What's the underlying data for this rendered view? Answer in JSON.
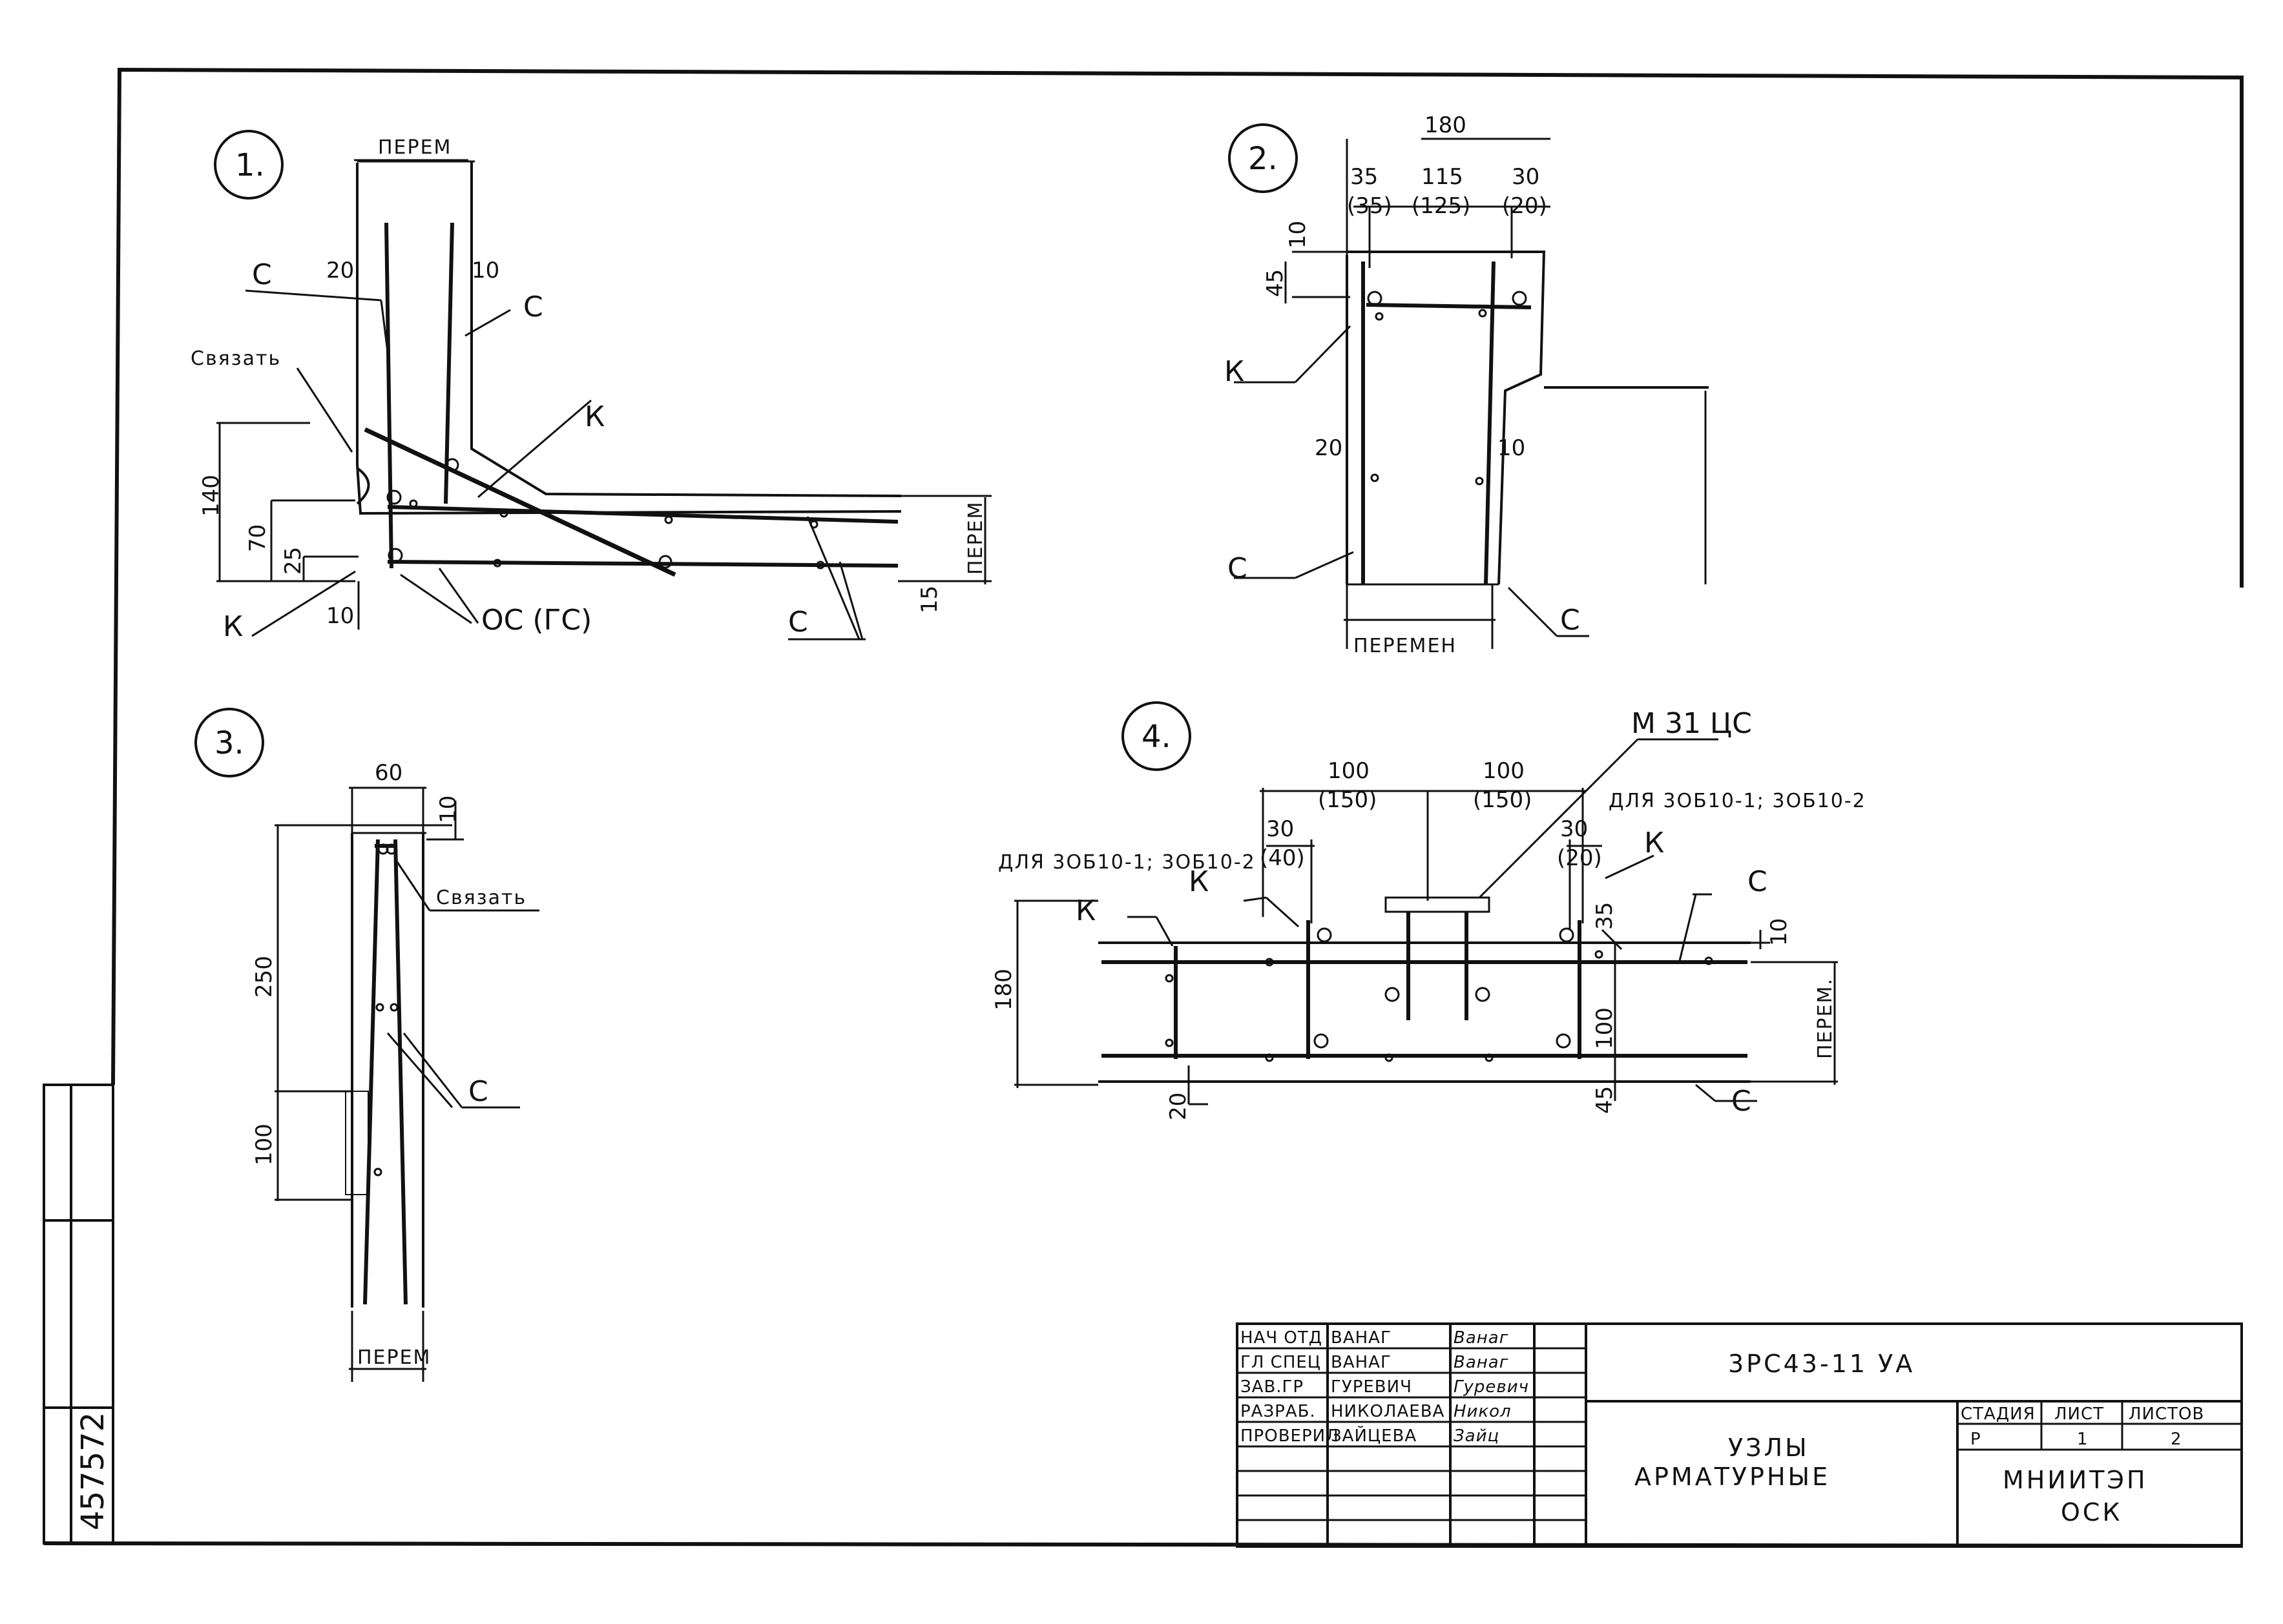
{
  "details": [
    {
      "number": "1.",
      "dims": {
        "top": "ПЕРЕМ",
        "left_inner": "20",
        "right_inner": "10",
        "d140": "140",
        "d70": "70",
        "d25": "25",
        "d10": "10",
        "right_side": "ПЕРЕМ",
        "d15": "15"
      },
      "labels": {
        "c1": "С",
        "c2": "С",
        "c3": "С",
        "tie": "Связать",
        "k1": "К",
        "k2": "К",
        "os": "ОС (ГС)"
      }
    },
    {
      "number": "2.",
      "dims": {
        "total": "180",
        "d35": "35",
        "d35b": "(35)",
        "d115": "115",
        "d125": "(125)",
        "d30": "30",
        "d20b": "(20)",
        "d10": "10",
        "d45": "45",
        "d20": "20",
        "d10r": "10",
        "bottom": "ПЕРЕМЕН"
      },
      "labels": {
        "k": "К",
        "c1": "С",
        "c2": "С"
      }
    },
    {
      "number": "3.",
      "dims": {
        "width": "60",
        "d10": "10",
        "d250": "250",
        "d100": "100",
        "bottom": "ПЕРЕМ"
      },
      "labels": {
        "tie": "Связать",
        "c": "С"
      }
    },
    {
      "number": "4.",
      "dims": {
        "d100a": "100",
        "d150a": "(150)",
        "d100b": "100",
        "d150b": "(150)",
        "d30a": "30",
        "d40": "(40)",
        "d30b": "30",
        "d20b": "(20)",
        "d180": "180",
        "d35": "35",
        "d10": "10",
        "d100": "100",
        "right": "ПЕРЕМ.",
        "d20": "20",
        "d45": "45"
      },
      "labels": {
        "m": "М 31 ЦС",
        "for_left": "ДЛЯ 3ОБ10-1; 3ОБ10-2",
        "for_right": "ДЛЯ 3ОБ10-1; 3ОБ10-2",
        "k1": "К",
        "k2": "К",
        "k3": "К",
        "c1": "С",
        "c2": "С"
      }
    }
  ],
  "inventory_number": "457572",
  "title_block": {
    "rows": [
      {
        "role": "НАЧ ОТД",
        "name": "ВАНАГ",
        "signature": "Ванаг"
      },
      {
        "role": "ГЛ СПЕЦ",
        "name": "ВАНАГ",
        "signature": "Ванаг"
      },
      {
        "role": "ЗАВ.ГР",
        "name": "ГУРЕВИЧ",
        "signature": "Гуревич"
      },
      {
        "role": "РАЗРАБ.",
        "name": "НИКОЛАЕВА",
        "signature": "Никол"
      },
      {
        "role": "ПРОВЕРИЛ",
        "name": "ЗАЙЦЕВА",
        "signature": "Зайц"
      }
    ],
    "code": "3РС43-11 УА",
    "title_line1": "УЗЛЫ",
    "title_line2": "АРМАТУРНЫЕ",
    "stage_header": "СТАДИЯ",
    "sheet_header": "ЛИСТ",
    "sheets_header": "ЛИСТОВ",
    "stage": "Р",
    "sheet": "1",
    "sheets": "2",
    "org_line1": "МНИИТЭП",
    "org_line2": "ОСК"
  }
}
